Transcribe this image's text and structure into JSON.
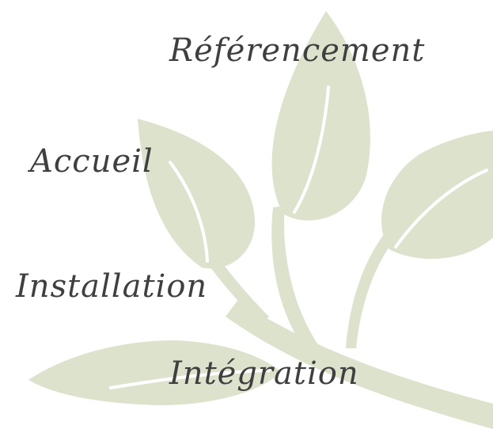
{
  "background_color": "#ffffff",
  "leaf_color": "#dce2cc",
  "text_color": "#3f3f3f",
  "nav": {
    "referencement": "Référencement",
    "accueil": "Accueil",
    "installation": "Installation",
    "integration": "Intégration"
  }
}
